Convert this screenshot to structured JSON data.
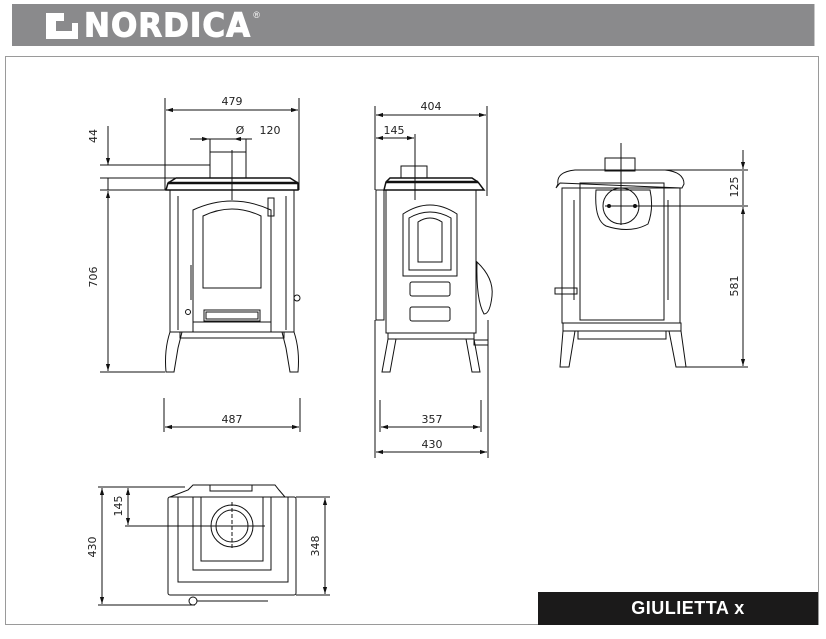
{
  "header": {
    "brand": "NORDICA",
    "registered_mark": "®",
    "bar_color": "#8a8a8c"
  },
  "model": {
    "name": "GIULIETTA x",
    "label_bg": "#1b1a1a"
  },
  "views": {
    "front": {
      "top_width": "479",
      "flue_diameter_symbol": "Ø",
      "flue_diameter": "120",
      "flue_collar_height": "44",
      "total_height": "706",
      "base_width": "487"
    },
    "side": {
      "top_depth": "404",
      "flue_offset": "145",
      "leg_depth": "357",
      "total_depth": "430"
    },
    "rear": {
      "flue_center_from_top": "125",
      "flue_center_height": "581"
    },
    "top": {
      "flue_offset": "145",
      "total_depth": "430",
      "body_depth": "348"
    }
  }
}
